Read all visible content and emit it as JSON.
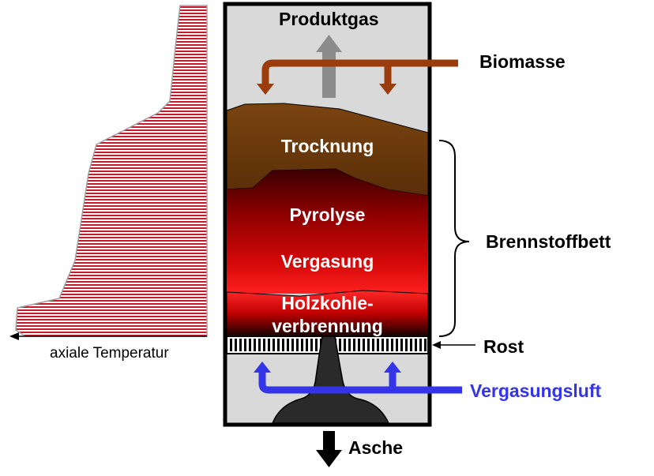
{
  "reactor": {
    "top_label": "Produktgas",
    "bottom_label": "Asche",
    "zones": [
      {
        "id": "drying",
        "label": "Trocknung",
        "color": "#6b3a0f"
      },
      {
        "id": "pyrolysis",
        "label": "Pyrolyse",
        "color": "#7a0000"
      },
      {
        "id": "gasification",
        "label": "Vergasung",
        "color": "#c40000"
      },
      {
        "id": "charcoal",
        "label_lines": [
          "Holzkohle-",
          "verbrennung"
        ],
        "color": "#ff1a1a"
      }
    ]
  },
  "inputs": {
    "feed": {
      "label": "Biomasse",
      "color": "#9a3c0c"
    },
    "air": {
      "label": "Vergasungsluft",
      "color": "#3434e8"
    }
  },
  "annotations": {
    "bed": "Brennstoffbett",
    "grate": "Rost"
  },
  "temperature_profile": {
    "axis_label": "axiale Temperatur",
    "stripe_color": "#c8182a"
  },
  "colors": {
    "vessel_fill": "#d9d9d9",
    "product_gas_arrow": "#8c8c8c",
    "ash_heap": "#2a2a2a"
  }
}
